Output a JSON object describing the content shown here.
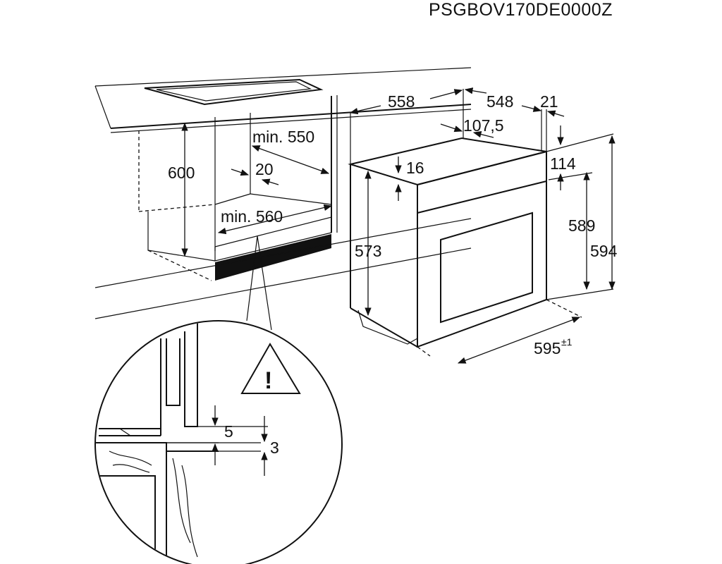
{
  "model_code": "PSGBOV170DE0000Z",
  "dimensions": {
    "depth_total": "558",
    "depth_body": "548",
    "front_thickness": "21",
    "top_offset": "107,5",
    "control_height": "114",
    "top_step": "16",
    "niche_depth": "min. 550",
    "rear_gap": "20",
    "niche_height": "600",
    "niche_width": "min. 560",
    "body_height": "573",
    "door_height": "589",
    "front_height": "594",
    "front_width": "595",
    "front_width_tolerance": "±1",
    "gap_5": "5",
    "gap_3": "3"
  },
  "warning_symbol": "!"
}
